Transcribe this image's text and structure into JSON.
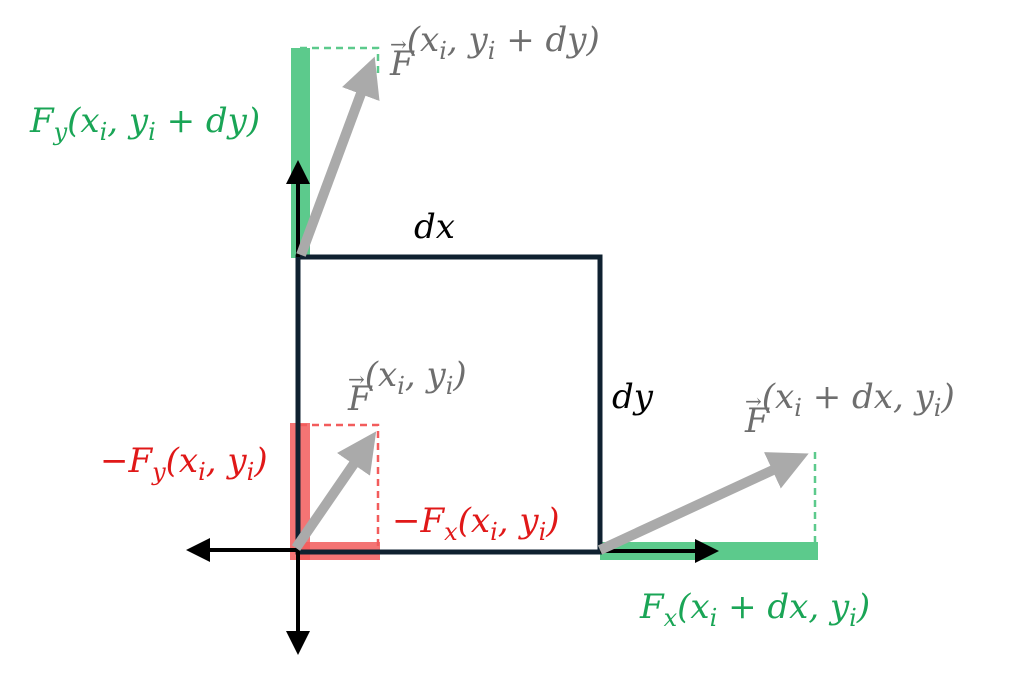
{
  "colors": {
    "green": "#5cca8c",
    "red": "#f25c5c",
    "gray": "#aaaaaa",
    "text_gray": "#6e6e6e",
    "text_green": "#1aa556",
    "text_red": "#e01818",
    "frame": "#0f2130",
    "black": "#000000"
  },
  "labels": {
    "dx": [
      {
        "t": "dx"
      }
    ],
    "dy": [
      {
        "t": "dy"
      }
    ],
    "F_top": [
      {
        "t": "F",
        "vec": true
      },
      {
        "t": "(x"
      },
      {
        "t": "i",
        "sub": true
      },
      {
        "t": ", y"
      },
      {
        "t": "i",
        "sub": true
      },
      {
        "t": " + dy)"
      }
    ],
    "Fy_top": [
      {
        "t": "F"
      },
      {
        "t": "y",
        "sub": true
      },
      {
        "t": "(x"
      },
      {
        "t": "i",
        "sub": true
      },
      {
        "t": ", y"
      },
      {
        "t": "i",
        "sub": true
      },
      {
        "t": " + dy)"
      }
    ],
    "F_origin": [
      {
        "t": "F",
        "vec": true
      },
      {
        "t": "(x"
      },
      {
        "t": "i",
        "sub": true
      },
      {
        "t": ", y"
      },
      {
        "t": "i",
        "sub": true
      },
      {
        "t": ")"
      }
    ],
    "neg_Fy": [
      {
        "t": "−F"
      },
      {
        "t": "y",
        "sub": true
      },
      {
        "t": "(x"
      },
      {
        "t": "i",
        "sub": true
      },
      {
        "t": ", y"
      },
      {
        "t": "i",
        "sub": true
      },
      {
        "t": ")"
      }
    ],
    "neg_Fx": [
      {
        "t": "−F"
      },
      {
        "t": "x",
        "sub": true
      },
      {
        "t": "(x"
      },
      {
        "t": "i",
        "sub": true
      },
      {
        "t": ", y"
      },
      {
        "t": "i",
        "sub": true
      },
      {
        "t": ")"
      }
    ],
    "F_right": [
      {
        "t": "F",
        "vec": true
      },
      {
        "t": "(x"
      },
      {
        "t": "i",
        "sub": true
      },
      {
        "t": " + dx, y"
      },
      {
        "t": "i",
        "sub": true
      },
      {
        "t": ")"
      }
    ],
    "Fx_right": [
      {
        "t": "F"
      },
      {
        "t": "x",
        "sub": true
      },
      {
        "t": "(x"
      },
      {
        "t": "i",
        "sub": true
      },
      {
        "t": " + dx, y"
      },
      {
        "t": "i",
        "sub": true
      },
      {
        "t": ")"
      }
    ]
  }
}
